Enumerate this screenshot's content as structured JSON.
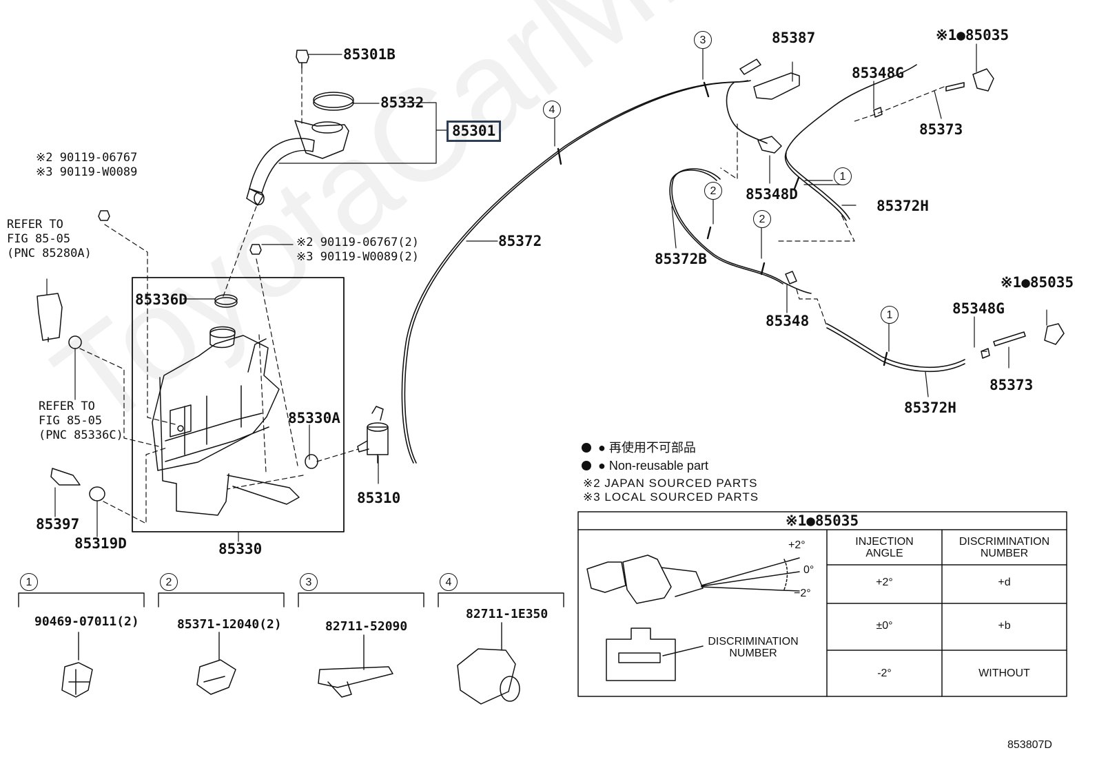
{
  "watermark": "ToyotaCarMine.ru",
  "figure_id": "853807D",
  "callouts": {
    "p85301b": "85301B",
    "p85332": "85332",
    "p85301": "85301",
    "p90119_a1": "※2 90119-06767",
    "p90119_a2": "※3 90119-W0089",
    "p90119_b1": "※2 90119-06767(2)",
    "p90119_b2": "※3 90119-W0089(2)",
    "p85336d": "85336D",
    "p85330a": "85330A",
    "p85310": "85310",
    "p85330": "85330",
    "p85397": "85397",
    "p85319d": "85319D",
    "p85372": "85372",
    "p85387": "85387",
    "p85035_top": "※1●85035",
    "p85348g_top": "85348G",
    "p85373_top": "85373",
    "p85348d": "85348D",
    "p85372h_top": "85372H",
    "p85372b": "85372B",
    "p85348": "85348",
    "p85035_mid": "※1●85035",
    "p85348g_mid": "85348G",
    "p85373_mid": "85373",
    "p85372h_bot": "85372H"
  },
  "refer_1": [
    "REFER TO",
    "FIG 85-05",
    "(PNC 85280A)"
  ],
  "refer_2": [
    "REFER TO",
    "FIG 85-05",
    "(PNC 85336C)"
  ],
  "circled_refs": [
    "1",
    "2",
    "3",
    "4"
  ],
  "legend": {
    "line1": "● 再使用不可部品",
    "line2": "● Non-reusable part",
    "line3": "※2 JAPAN SOURCED PARTS",
    "line4": "※3 LOCAL SOURCED PARTS"
  },
  "bottom_parts": [
    {
      "ref": "1",
      "part": "90469-07011(2)"
    },
    {
      "ref": "2",
      "part": "85371-12040(2)"
    },
    {
      "ref": "3",
      "part": "82711-52090"
    },
    {
      "ref": "4",
      "part": "82711-1E350"
    }
  ],
  "table": {
    "title": "※1●85035",
    "angle_plus": "+2°",
    "angle_zero": "0°",
    "angle_minus": "−2°",
    "discrimination_label": "DISCRIMINATION\nNUMBER",
    "headers": [
      "INJECTION\nANGLE",
      "DISCRIMINATION\nNUMBER"
    ],
    "rows": [
      {
        "angle": "+2°",
        "number": "+d"
      },
      {
        "angle": "±0°",
        "number": "+b"
      },
      {
        "angle": "-2°",
        "number": "WITHOUT"
      }
    ]
  }
}
